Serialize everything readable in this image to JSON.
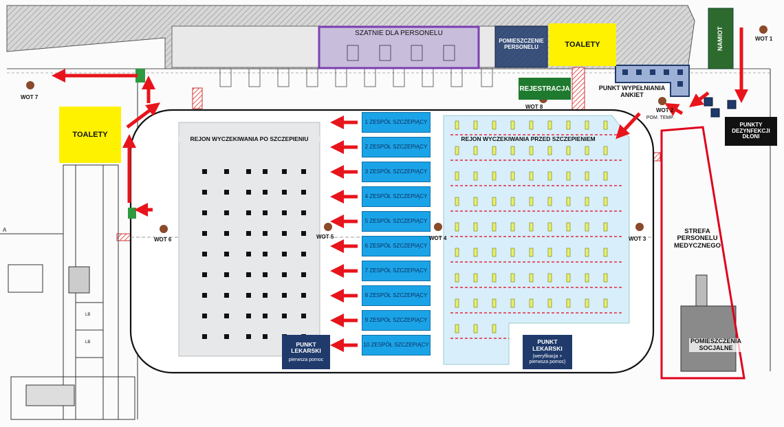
{
  "map": {
    "staff_locker_rooms": "SZATNIE DLA PERSONELU",
    "staff_room": "POMIESZCZENIE PERSONELU",
    "toilets_top": "TOALETY",
    "toilets_left": "TOALETY",
    "registration": "REJESTRACJA",
    "survey_point": "PUNKT WYPEŁNIANIA ANKIET",
    "tent": "NAMIOT",
    "disinfection": "PUNKTY DEZYNFEKCJI DŁONI",
    "temp_room": "POM. TEMP.",
    "waiting_after": "REJON WYCZEKIWANIA PO SZCZEPIENIU",
    "waiting_before": "REJON WYCZEKIWANIA PRZED SZCZEPIENIEM",
    "medical_staff_zone": "STREFA PERSONELU MEDYCZNEGO",
    "social_rooms": "POMIESZCZENIA SOCJALNE",
    "medical_point_left": {
      "title": "PUNKT LEKARSKI",
      "sub": "pierwsza pomoc"
    },
    "medical_point_right": {
      "title": "PUNKT LEKARSKI",
      "sub": "(weryfikacja + pierwsza pomoc)"
    },
    "teams": [
      "1 ZESPÓŁ SZCZEPIĄCY",
      "2 ZESPÓŁ SZCZEPIĄCY",
      "3 ZESPÓŁ SZCZEPIĄCY",
      "4 ZESPÓŁ SZCZEPIĄCY",
      "5 ZESPÓŁ SZCZEPIĄCY",
      "6 ZESPÓŁ SZCZEPIĄCY",
      "7 ZESPÓŁ SZCZEPIĄCY",
      "8 ZESPÓŁ SZCZEPIĄCY",
      "9 ZESPÓŁ SZCZEPIĄCY",
      "10 ZESPÓŁ SZCZEPIĄCY"
    ],
    "wot": {
      "wot1": "WOT 1",
      "wot2": "WOT 2",
      "wot3": "WOT 3",
      "wot4": "WOT 4",
      "wot5": "WOT 5",
      "wot6": "WOT 6",
      "wot7": "WOT 7",
      "wot8": "WOT 8"
    },
    "small_label": "LB",
    "side_mark": "A"
  },
  "colors": {
    "vaccination_team": "#1ba3e8",
    "waiting_after": "#e6e8ea",
    "waiting_before": "#d8eefa",
    "staff_locker": "#7b3fb0",
    "toilets": "#fff200",
    "registration": "#1e7a2e",
    "tent": "#2d6a2e",
    "medical_zone_border": "#e0001b",
    "arrow": "#e8141c",
    "medical_point": "#1f3a6b",
    "wot_marker": "#8b4a2a"
  }
}
